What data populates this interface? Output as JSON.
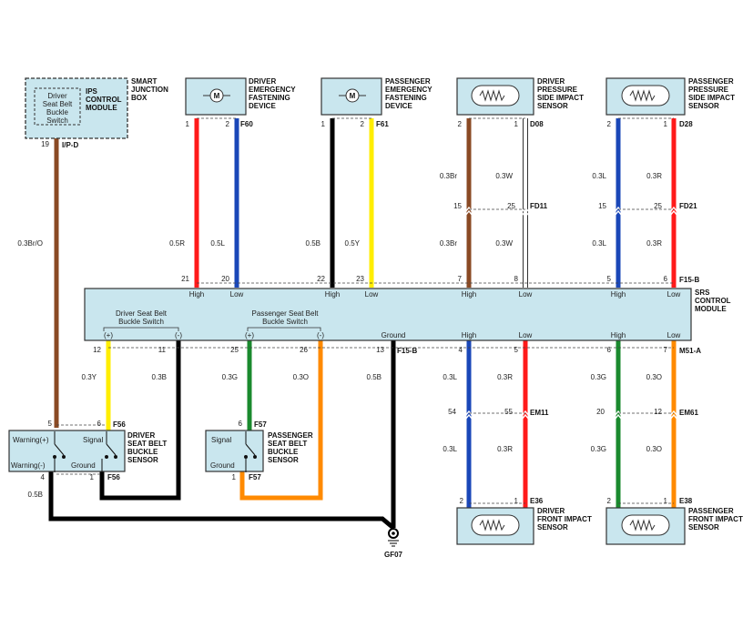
{
  "colors": {
    "red": "#ff1a1a",
    "blue": "#1a47b8",
    "black": "#000000",
    "yellow": "#ffee00",
    "brown": "#8a4a24",
    "white": "#ffffff",
    "green": "#1a8a2e",
    "orange": "#ff8a00",
    "box_fill": "#c9e6ee"
  },
  "components": {
    "smart_junction_box": "SMART JUNCTION BOX",
    "ips_control_module": "IPS CONTROL MODULE",
    "driver_seat_belt_buckle_switch": "Driver Seat Belt Buckle Switch",
    "driver_emergency_fastening_device": "DRIVER EMERGENCY FASTENING DEVICE",
    "passenger_emergency_fastening_device": "PASSENGER EMERGENCY FASTENING DEVICE",
    "driver_pressure_side_impact_sensor": "DRIVER PRESSURE SIDE IMPACT SENSOR",
    "passenger_pressure_side_impact_sensor": "PASSENGER PRESSURE SIDE IMPACT SENSOR",
    "srs_control_module": "SRS CONTROL MODULE",
    "driver_seat_belt_buckle_sensor": "DRIVER SEAT BELT BUCKLE SENSOR",
    "passenger_seat_belt_buckle_sensor": "PASSENGER SEAT BELT BUCKLE SENSOR",
    "driver_front_impact_sensor": "DRIVER FRONT IMPACT SENSOR",
    "passenger_front_impact_sensor": "PASSENGER FRONT IMPACT SENSOR",
    "motor_symbol": "M"
  },
  "srs_labels": {
    "driver_buckle_switch": "Driver Seat Belt Buckle Switch",
    "passenger_buckle_switch": "Passenger Seat Belt Buckle Switch",
    "ground": "Ground",
    "high": "High",
    "low": "Low",
    "plus": "(+)",
    "minus": "(-)"
  },
  "sensor_labels": {
    "warning_plus": "Warning(+)",
    "warning_minus": "Warning(-)",
    "signal": "Signal",
    "ground": "Ground"
  },
  "connectors": {
    "ipd": "I/P-D",
    "f60": "F60",
    "f61": "F61",
    "d08": "D08",
    "d28": "D28",
    "fd11": "FD11",
    "fd21": "FD21",
    "f15b_top": "F15-B",
    "f15b_bottom": "F15-B",
    "m51a": "M51-A",
    "f56_top": "F56",
    "f56_bottom": "F56",
    "f57_top": "F57",
    "f57_bottom": "F57",
    "em11": "EM11",
    "em61": "EM61",
    "e36": "E36",
    "e38": "E38",
    "gf07": "GF07"
  },
  "wires": [
    {
      "id": "ips",
      "color": "brown",
      "labels": [
        "0.3Br/O"
      ],
      "pins": [
        "19",
        "5"
      ]
    },
    {
      "id": "def_d1",
      "color": "red",
      "labels": [
        "0.5R"
      ],
      "pins": [
        "1",
        "21"
      ]
    },
    {
      "id": "def_d2",
      "color": "blue",
      "labels": [
        "0.5L"
      ],
      "pins": [
        "2",
        "20"
      ]
    },
    {
      "id": "def_p1",
      "color": "black",
      "labels": [
        "0.5B"
      ],
      "pins": [
        "1",
        "22"
      ]
    },
    {
      "id": "def_p2",
      "color": "yellow",
      "labels": [
        "0.5Y"
      ],
      "pins": [
        "2",
        "23"
      ]
    },
    {
      "id": "dps_2",
      "color": "brown",
      "labels": [
        "0.3Br",
        "0.3Br"
      ],
      "pins": [
        "2",
        "15",
        "7"
      ]
    },
    {
      "id": "dps_1",
      "color": "white",
      "labels": [
        "0.3W",
        "0.3W"
      ],
      "pins": [
        "1",
        "25",
        "8"
      ]
    },
    {
      "id": "pps_2",
      "color": "blue",
      "labels": [
        "0.3L",
        "0.3L"
      ],
      "pins": [
        "2",
        "15",
        "5"
      ]
    },
    {
      "id": "pps_1",
      "color": "red",
      "labels": [
        "0.3R",
        "0.3R"
      ],
      "pins": [
        "1",
        "25",
        "6"
      ]
    },
    {
      "id": "dsb_plus",
      "color": "yellow",
      "labels": [
        "0.3Y"
      ],
      "pins": [
        "12",
        "6"
      ]
    },
    {
      "id": "dsb_minus",
      "color": "black",
      "labels": [
        "0.3B"
      ],
      "pins": [
        "11",
        "1"
      ]
    },
    {
      "id": "psb_plus",
      "color": "green",
      "labels": [
        "0.3G"
      ],
      "pins": [
        "25",
        "6"
      ]
    },
    {
      "id": "psb_minus",
      "color": "orange",
      "labels": [
        "0.3O"
      ],
      "pins": [
        "26",
        "1"
      ]
    },
    {
      "id": "srs_ground",
      "color": "black",
      "labels": [
        "0.5B"
      ],
      "pins": [
        "13"
      ]
    },
    {
      "id": "dfi_high",
      "color": "blue",
      "labels": [
        "0.3L",
        "0.3L"
      ],
      "pins": [
        "4",
        "54",
        "2"
      ]
    },
    {
      "id": "dfi_low",
      "color": "red",
      "labels": [
        "0.3R",
        "0.3R"
      ],
      "pins": [
        "5",
        "55",
        "1"
      ]
    },
    {
      "id": "pfi_high",
      "color": "green",
      "labels": [
        "0.3G",
        "0.3G"
      ],
      "pins": [
        "6",
        "20",
        "2"
      ]
    },
    {
      "id": "pfi_low",
      "color": "orange",
      "labels": [
        "0.3O",
        "0.3O"
      ],
      "pins": [
        "7",
        "12",
        "1"
      ]
    },
    {
      "id": "dsb_ground",
      "color": "black",
      "labels": [
        "0.5B"
      ],
      "pins": [
        "4"
      ]
    }
  ]
}
